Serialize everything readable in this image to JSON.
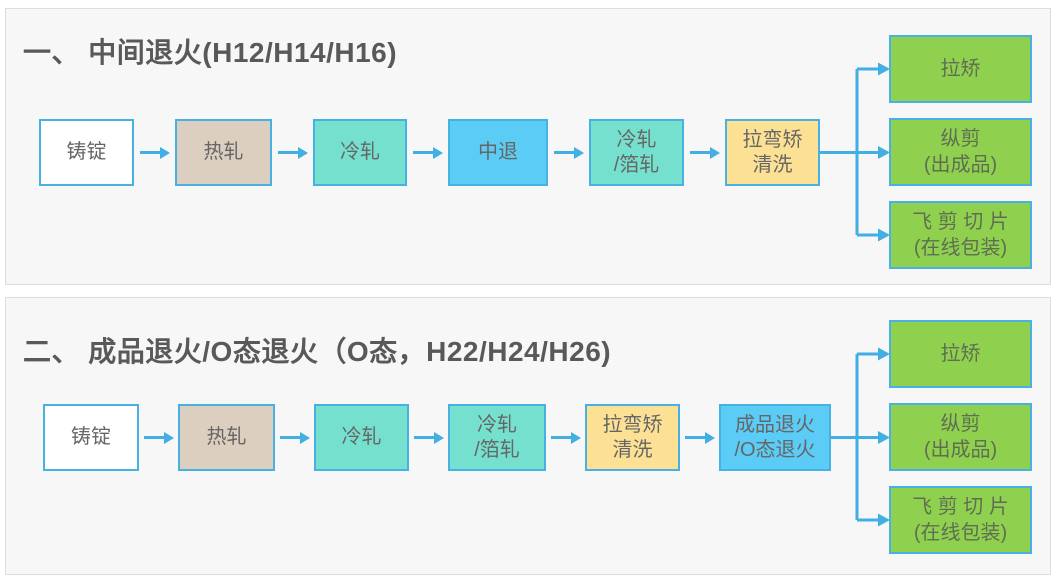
{
  "colors": {
    "panel_background": "#f7f7f7",
    "panel_border": "#dcdcdc",
    "accent_blue": "#41aee4",
    "box_border_blue": "#47b1e4",
    "title_text": "#595959",
    "box_text": "#666666",
    "box_white": "#ffffff",
    "box_tan": "#ddcfc0",
    "box_teal": "#74e0cd",
    "box_blue": "#5bccf5",
    "box_yellow": "#fce194",
    "box_green": "#8fd14f"
  },
  "panels": [
    {
      "title": "一、 中间退火(H12/H14/H16)",
      "flow": [
        {
          "label": "铸锭"
        },
        {
          "label": "热轧"
        },
        {
          "label": "冷轧"
        },
        {
          "label": "中退"
        },
        {
          "label": "冷轧\n/箔轧"
        },
        {
          "label": "拉弯矫\n清洗"
        }
      ],
      "outputs": [
        {
          "label": "拉矫"
        },
        {
          "label": "纵剪\n(出成品)"
        },
        {
          "label": "飞 剪 切 片\n(在线包装)"
        }
      ]
    },
    {
      "title": "二、 成品退火/O态退火（O态，H22/H24/H26)",
      "flow": [
        {
          "label": "铸锭"
        },
        {
          "label": "热轧"
        },
        {
          "label": "冷轧"
        },
        {
          "label": "冷轧\n/箔轧"
        },
        {
          "label": "拉弯矫\n清洗"
        },
        {
          "label": "成品退火\n/O态退火"
        }
      ],
      "outputs": [
        {
          "label": "拉矫"
        },
        {
          "label": "纵剪\n(出成品)"
        },
        {
          "label": "飞 剪 切 片\n(在线包装)"
        }
      ]
    }
  ]
}
